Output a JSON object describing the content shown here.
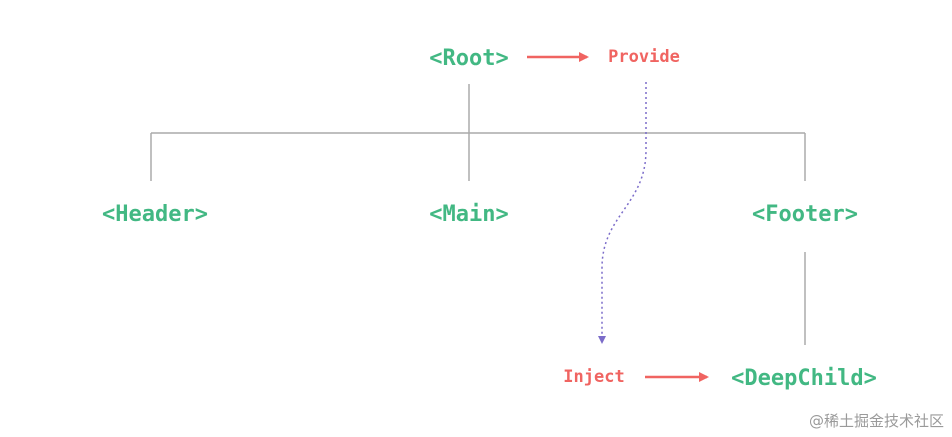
{
  "nodes": {
    "root": "<Root>",
    "header": "<Header>",
    "main": "<Main>",
    "footer": "<Footer>",
    "deep_child": "<DeepChild>"
  },
  "tags": {
    "provide": "Provide",
    "inject": "Inject"
  },
  "watermark": "@稀土掘金技术社区",
  "colors": {
    "node": "#42b883",
    "accent": "#f06461",
    "connector": "#aaaaaa",
    "dotted_path": "#7b6cc9",
    "watermark": "#9a9a9a"
  }
}
